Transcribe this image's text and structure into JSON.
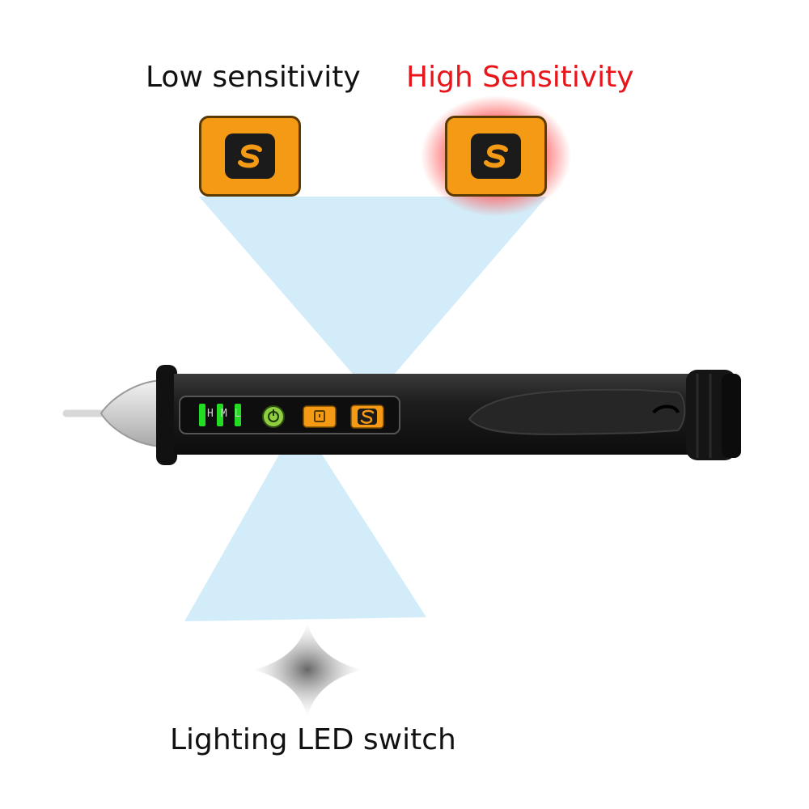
{
  "labels": {
    "low_sensitivity": "Low sensitivity",
    "high_sensitivity": "High Sensitivity",
    "lighting_led_switch": "Lighting LED switch"
  },
  "indicator_letters": [
    "H",
    "M",
    "L"
  ],
  "colors": {
    "button_orange": "#f59a15",
    "high_label": "#e8161b",
    "high_glow": "#ff5a5a",
    "beam": "#bfe6f7",
    "pen_body": "#1c1c1c",
    "indicator_green": "#22dd22"
  },
  "icons": {
    "sensitivity_button": "s-glyph-icon",
    "flashlight_button": "flashlight-icon",
    "power_button": "power-icon"
  }
}
